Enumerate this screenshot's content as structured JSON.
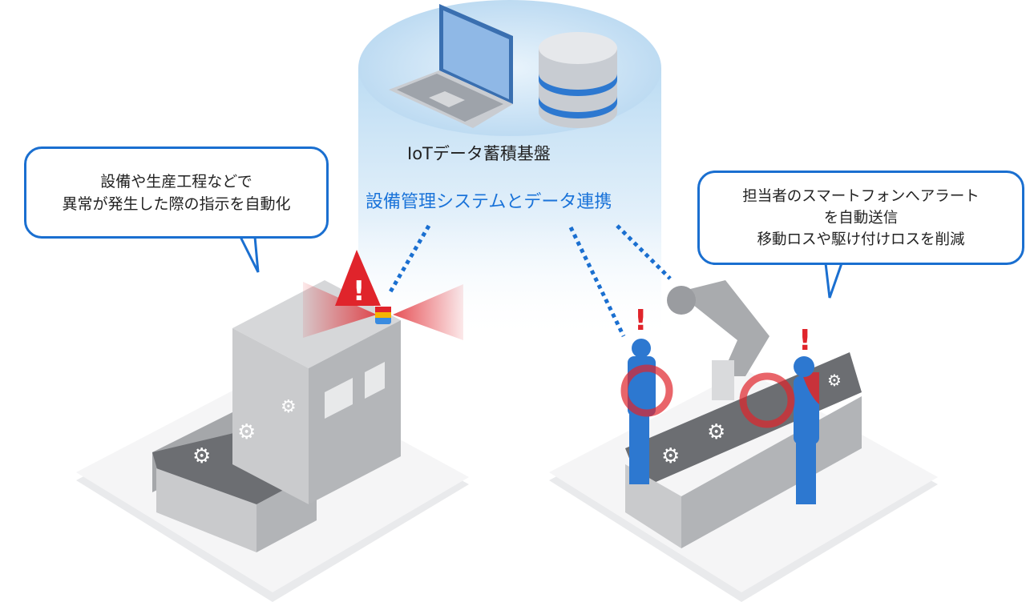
{
  "storage": {
    "label": "IoTデータ蓄積基盤",
    "icons": [
      "laptop-icon",
      "database-icon"
    ]
  },
  "link_label": "設備管理システムとデータ連携",
  "left_bubble": {
    "lines": [
      "設備や生産工程などで",
      "異常が発生した際の指示を自動化"
    ]
  },
  "right_bubble": {
    "lines": [
      "担当者のスマートフォンへアラート",
      "を自動送信",
      "移動ロスや駆け付けロスを削減"
    ]
  },
  "colors": {
    "accent": "#1a73d9",
    "alert": "#e0242b",
    "bubble_border": "#1a6fd0"
  }
}
